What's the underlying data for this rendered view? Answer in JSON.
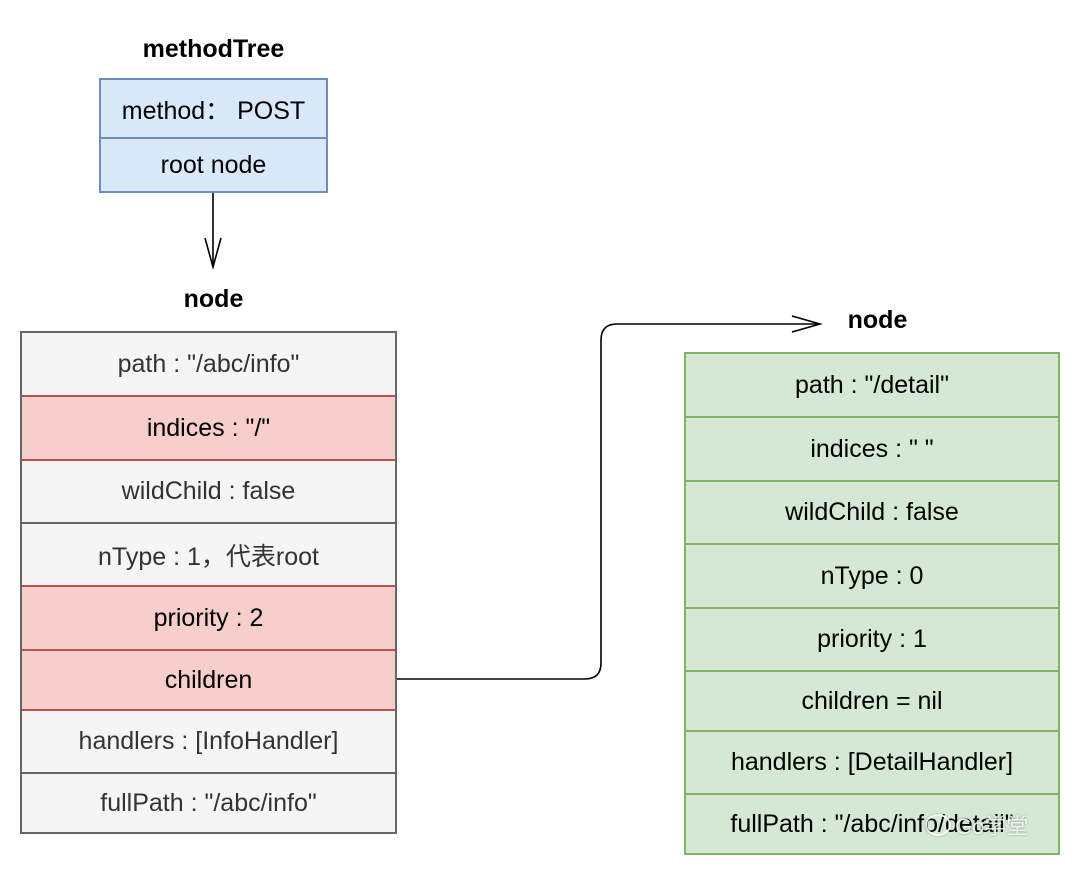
{
  "method_tree": {
    "title": "methodTree",
    "rows": [
      "method： POST",
      "root node"
    ]
  },
  "left_node": {
    "title": "node",
    "rows": [
      "path : \"/abc/info\"",
      "indices : \"/\"",
      "wildChild : false",
      "nType : 1，代表root",
      "priority : 2",
      "children",
      "handlers : [InfoHandler]",
      "fullPath : \"/abc/info\""
    ],
    "highlighted_rows": [
      1,
      4,
      5
    ]
  },
  "right_node": {
    "title": "node",
    "rows": [
      "path : \"/detail\"",
      "indices : \" \"",
      "wildChild : false",
      "nType : 0",
      "priority : 1",
      "children = nil",
      "handlers : [DetailHandler]",
      "fullPath : \"/abc/info/detail\""
    ]
  },
  "watermark": {
    "text": "Go学堂"
  },
  "colors": {
    "method_tree_fill": "#dae8fc",
    "method_tree_stroke": "#6c8ebf",
    "node_fill": "#f5f5f5",
    "node_stroke": "#666666",
    "highlight_fill": "#f8cecc",
    "highlight_stroke": "#b85450",
    "child_fill": "#d5e8d4",
    "child_stroke": "#82b366"
  }
}
